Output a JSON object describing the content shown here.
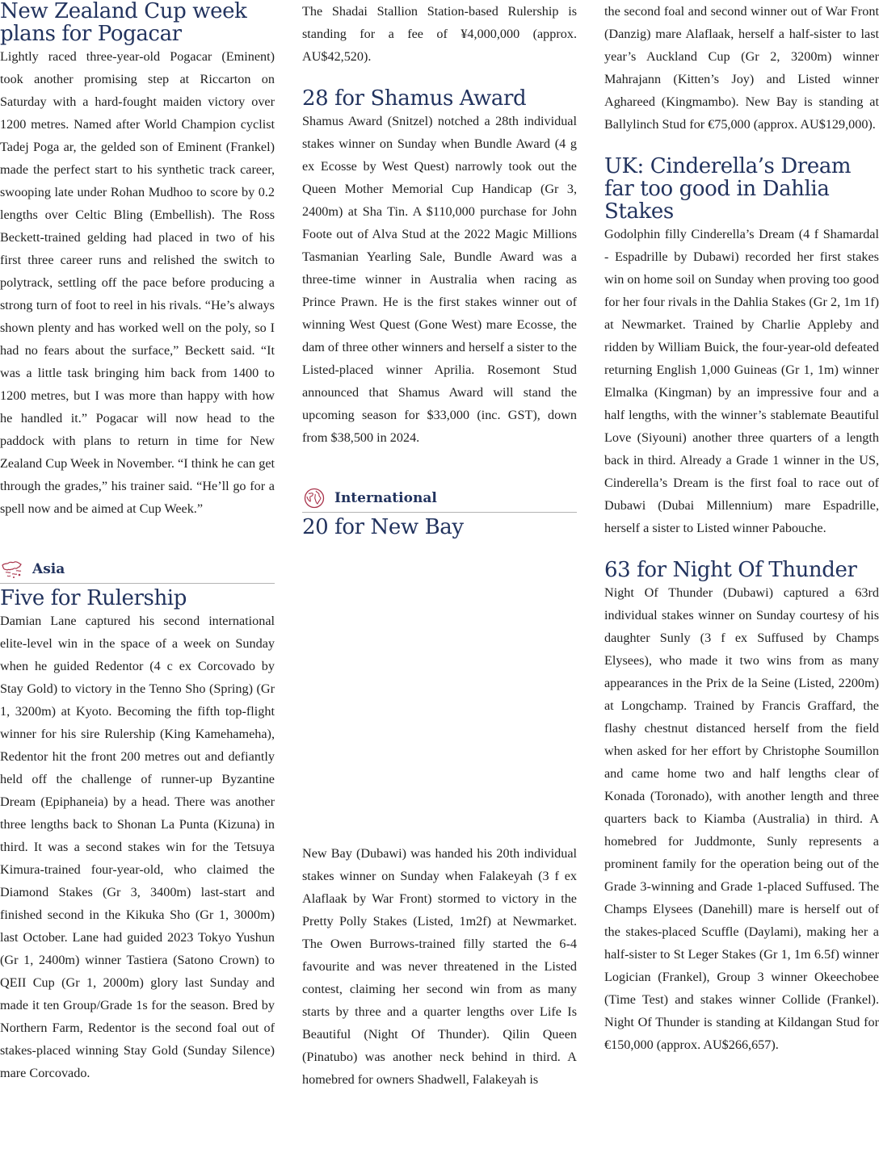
{
  "col1": {
    "a1": {
      "title": "New Zealand Cup week plans for Pogacar",
      "body": "Lightly raced three-year-old Pogacar (Eminent) took another promising step at Riccarton on Saturday with a hard-fought maiden victory over 1200 metres. Named after World Champion cyclist Tadej Poga ar, the gelded son of Eminent (Frankel) made the perfect start to his synthetic track career, swooping late under Rohan Mudhoo to score by 0.2 lengths over Celtic Bling (Embellish). The Ross Beckett-trained gelding had placed in two of his first three career runs and relished the switch to polytrack, settling off the pace before producing a strong turn of foot to reel in his rivals. “He’s always shown plenty and has worked well on the poly, so I had no fears about the surface,” Beckett said. “It was a little task bringing him back from 1400 to 1200 metres, but I was more than happy with how he handled it.” Pogacar will now head to the paddock with plans to return in time for New Zealand Cup Week in November. “I think he can get through the grades,” his trainer said. “He’ll go for a spell now and be aimed at Cup Week.”"
    },
    "section": {
      "label": "Asia",
      "icon": "asia-map-icon"
    },
    "a2": {
      "title": "Five for Rulership",
      "body": "Damian Lane captured his second international elite-level win in the space of a week on Sunday when he guided Redentor (4 c ex Corcovado by Stay Gold) to victory in the Tenno Sho (Spring) (Gr 1, 3200m) at Kyoto. Becoming the fifth top-flight winner for his sire Rulership (King Kamehameha), Redentor hit the front 200 metres out and defiantly held off the challenge of runner-up Byzantine Dream (Epiphaneia) by a head. There was another three lengths back to Shonan La Punta (Kizuna) in third. It was a second stakes win for the Tetsuya Kimura-trained four-year-old, who claimed the Diamond Stakes (Gr 3, 3400m) last-start and finished second in the Kikuka Sho (Gr 1, 3000m) last October. Lane had guided 2023 Tokyo Yushun (Gr 1, 2400m) winner Tastiera (Satono Crown) to QEII Cup (Gr 1, 2000m) glory last Sunday and made it ten Group/Grade 1s for the season. Bred by Northern Farm, Redentor is the second foal out of stakes-placed winning Stay Gold (Sunday Silence) mare Corcovado."
    }
  },
  "col2": {
    "a2_cont": "The Shadai Stallion Station-based Rulership is standing for a fee of  ¥4,000,000 (approx. AU$42,520).",
    "a3": {
      "title": "28 for Shamus Award",
      "body": "Shamus Award (Snitzel) notched a 28th individual stakes winner on Sunday when Bundle Award (4 g ex Ecosse by West Quest) narrowly took out the Queen Mother Memorial Cup Handicap (Gr 3, 2400m) at Sha Tin. A $110,000 purchase for John Foote out of Alva Stud at the 2022 Magic Millions Tasmanian Yearling Sale, Bundle Award was a three-time winner in Australia when racing as Prince Prawn. He is the first stakes winner out of winning West Quest (Gone West) mare Ecosse, the dam of three other winners and herself a sister to the Listed-placed winner Aprilia. Rosemont Stud announced that Shamus Award will stand the upcoming season for $33,000 (inc. GST), down from $38,500 in 2024."
    },
    "section": {
      "label": "International",
      "icon": "globe-icon"
    },
    "a4": {
      "title": "20 for New Bay",
      "body": "New Bay (Dubawi) was handed his 20th individual stakes winner on Sunday when Falakeyah (3 f ex Alaflaak by War Front) stormed to victory in the Pretty Polly Stakes (Listed, 1m2f) at Newmarket. The Owen Burrows-trained filly started the 6-4 favourite and was never threatened in the Listed contest, claiming her second win from as many starts by three and a quarter lengths over Life Is Beautiful (Night Of Thunder). Qilin Queen (Pinatubo) was another neck behind in third. A homebred for owners Shadwell, Falakeyah is"
    }
  },
  "col3": {
    "a4_cont": "the second foal and second winner out of War Front (Danzig) mare Alaflaak, herself a half-sister to last year’s Auckland Cup (Gr 2, 3200m) winner Mahrajann (Kitten’s Joy) and Listed winner Aghareed (Kingmambo). New Bay is standing at Ballylinch Stud for €75,000 (approx. AU$129,000).",
    "a5": {
      "title": "UK: Cinderella’s Dream far too good in Dahlia Stakes",
      "body": "Godolphin filly Cinderella’s Dream (4 f Shamardal - Espadrille by Dubawi) recorded her first stakes win on home soil on Sunday when proving too good for her four rivals in the Dahlia Stakes (Gr 2, 1m 1f) at Newmarket. Trained by Charlie Appleby and ridden by William Buick, the four-year-old defeated returning English 1,000 Guineas (Gr 1, 1m) winner Elmalka (Kingman) by an impressive four and a half lengths, with the winner’s stablemate Beautiful Love (Siyouni) another three quarters of a length back in third. Already a Grade 1 winner in the US, Cinderella’s Dream is the first foal to race out of Dubawi (Dubai Millennium) mare Espadrille, herself a sister to Listed winner Pabouche."
    },
    "a6": {
      "title": "63 for Night Of Thunder",
      "body": "Night Of Thunder (Dubawi) captured a 63rd individual stakes winner on Sunday courtesy of his daughter Sunly (3 f ex Suffused by Champs Elysees), who made it two wins from as many appearances in the Prix de la Seine (Listed, 2200m) at Longchamp. Trained by Francis Graffard, the flashy chestnut distanced herself from the field when asked for her effort by Christophe Soumillon and came home two and half lengths clear of Konada (Toronado), with another length and three quarters back to Kiamba (Australia) in third. A homebred for Juddmonte, Sunly represents a prominent family for the operation being out of the Grade 3-winning and Grade 1-placed Suffused. The Champs Elysees (Danehill) mare is herself out of the stakes-placed Scuffle (Daylami), making her a half-sister to St Leger Stakes (Gr 1, 1m 6.5f) winner Logician (Frankel), Group 3 winner Okeechobee (Time Test) and stakes winner Collide (Frankel). Night Of Thunder is standing at Kildangan Stud for €150,000 (approx. AU$266,657)."
    }
  },
  "colors": {
    "headline": "#22335e",
    "icon_accent": "#a8324a",
    "rule": "#b4b4b4"
  }
}
